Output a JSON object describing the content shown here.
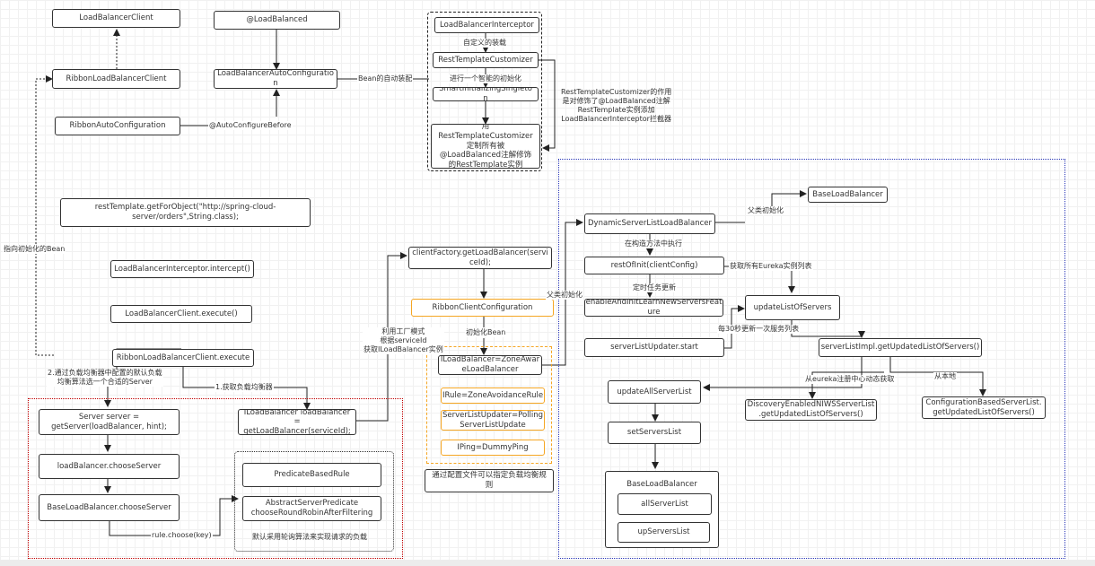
{
  "diagram": {
    "nodes": {
      "loadBalancerClient": "LoadBalancerClient",
      "loadBalanced": "@LoadBalanced",
      "loadBalancerInterceptor": "LoadBalancerInterceptor",
      "ribbonLoadBalancerClient": "RibbonLoadBalancerClient",
      "loadBalancerAutoConfiguration": "LoadBalancerAutoConfiguratio\nn",
      "restTemplateCustomizer": "RestTemplateCustomizer",
      "smartInitializingSingleton": "SmartInitializingSingleto\nn",
      "ribbonAutoConfiguration": "RibbonAutoConfiguration",
      "restTemplateCustomizerBox": "用\nRestTemplateCustomizer\n定制所有被\n@LoadBalanced注解修饰\n的RestTemplate实例",
      "restTemplateCall": "restTemplate.getForObject(\"http://spring-cloud-\nserver/orders\",String.class);",
      "interceptorIntercept": "LoadBalancerInterceptor.intercept()",
      "clientExecute": "LoadBalancerClient.execute()",
      "ribbonExecute": "RibbonLoadBalancerClient.execute",
      "clientFactory": "clientFactory.getLoadBalancer(servi\nceId);",
      "ribbonClientConfiguration": "RibbonClientConfiguration",
      "iLoadBalancer": "ILoadBalancer=ZoneAwar\neLoadBalancer",
      "iRule": "IRule=ZoneAvoidanceRule",
      "serverListUpdater": "ServerListUpdater=Polling\nServerListUpdate",
      "iPing": "IPing=DummyPing",
      "configNote": "通过配置文件可以指定负载均衡规\n则",
      "getServer": "Server server =\ngetServer(loadBalancer, hint);",
      "getLoadBalancer": "ILoadBalancer loadBalancer =\ngetLoadBalancer(serviceId);",
      "chooseServer": "loadBalancer.chooseServer",
      "baseChooseServer": "BaseLoadBalancer.chooseServer",
      "predicateBasedRule": "PredicateBasedRule",
      "abstractServerPredicate": "AbstractServerPredicate\nchooseRoundRobinAfterFiltering",
      "baseLoadBalancerTop": "BaseLoadBalancer",
      "dynamicServerList": "DynamicServerListLoadBalancer",
      "restOfInit": "restOfInit(clientConfig)",
      "enableAndInit": "enableAndInitLearnNewServersFeat\nure",
      "updateListOfServers": "updateListOfServers",
      "serverListUpdaterStart": "serverListUpdater.start",
      "serverListImpl": "serverListImpl.getUpdatedListOfServers()",
      "updateAllServerList": "updateAllServerList",
      "setServersList": "setServersList",
      "discoveryEnabled": "DiscoveryEnabledNIWSServerList\n.getUpdatedListOfServers()",
      "configurationBased": "ConfigurationBasedServerList.\ngetUpdatedListOfServers()",
      "baseLoadBalancerBottom": "BaseLoadBalancer",
      "allServerList": "allServerList",
      "upServersList": "upServersList"
    },
    "labels": {
      "beanAutoAssembly": "Bean的自动装配",
      "customAssembly": "自定义的装载",
      "smartInit": "进行一个智能的初始化",
      "customizerNote": "RestTemplateCustomizer的作用\n是对修饰了@LoadBalanced注解\nRestTemplate实例添加\nLoadBalancerInterceptor拦截器",
      "autoConfigureBefore": "@AutoConfigureBefore",
      "pointToBean": "指向初始化的Bean",
      "factoryMode": "利用工厂模式\n根据serviceId\n获取ILoadBalancer实例",
      "parentInitLeft": "父类初始化",
      "initBean": "初始化Bean",
      "chooseByConfig": "2.通过负载均衡器中配置的默认负载\n均衡算法选一个合适的Server",
      "getBalancer": "1.获取负载均衡器",
      "ruleChoose": "rule.choose(key)",
      "roundRobinNote": "默认采用轮询算法来实现请求的负载",
      "parentInitRight": "父类初始化",
      "inConstructor": "在构造方法中执行",
      "getEurekaList": "获取所有Eureka实例列表",
      "scheduledUpdate": "定时任务更新",
      "every30s": "每30秒更新一次服务列表",
      "fromEureka": "从eureka注册中心动态获取",
      "fromLocal": "从本地"
    }
  }
}
